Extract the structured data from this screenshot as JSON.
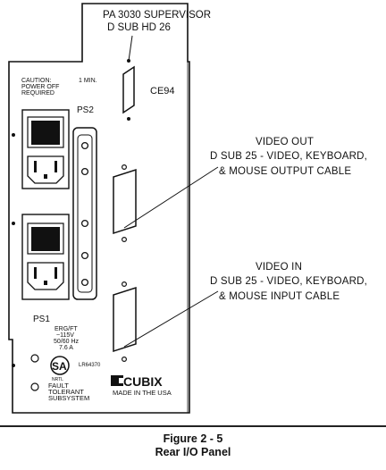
{
  "callouts": {
    "supervisor": {
      "line1": "PA 3030 SUPERVISOR",
      "line2": "D SUB HD 26"
    },
    "video_out": {
      "title": "VIDEO OUT",
      "line2": "D SUB 25 - VIDEO, KEYBOARD,",
      "line3": "& MOUSE OUTPUT CABLE"
    },
    "video_in": {
      "title": "VIDEO IN",
      "line2": "D SUB 25 - VIDEO, KEYBOARD,",
      "line3": "& MOUSE INPUT CABLE"
    }
  },
  "panel": {
    "caution_1": "CAUTION:",
    "caution_2": "1 MIN.",
    "caution_3": "POWER OFF",
    "caution_4": "REQUIRED",
    "ce_mark": "CE94",
    "ps2_label": "PS2",
    "ps1_label": "PS1",
    "rating_1": "ERG/FT",
    "rating_2": "~115V",
    "rating_3": "50/60 Hz",
    "rating_4": "7.6 A",
    "cert_number": "LR64370",
    "csa_mark": "SA",
    "csa_sub": "NRTL",
    "fault_1": "FAULT",
    "fault_2": "TOLERANT",
    "fault_3": "SUBSYSTEM",
    "brand": "CUBIX",
    "made_in": "MADE IN THE USA"
  },
  "figure": {
    "number": "Figure 2 - 5",
    "title": "Rear I/O Panel"
  },
  "colors": {
    "ink": "#111111",
    "paper": "#ffffff"
  }
}
